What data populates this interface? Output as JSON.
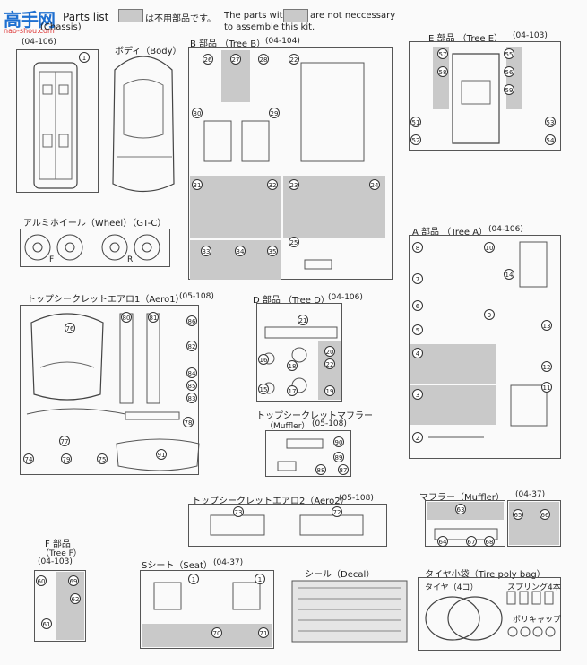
{
  "header": {
    "logo_text": "高手网",
    "logo_sub": "nao-shou.com",
    "parts_list_title": "Parts list",
    "unused_note_jp": "は不用部品です。",
    "unused_note_en_1": "The parts with",
    "unused_note_en_2": "are not neccessary",
    "unused_note_en_3": "to assemble this kit."
  },
  "sections": {
    "chassis": {
      "label": "(Chassis)",
      "code": "(04-106)"
    },
    "body": {
      "label": "ボディ（Body）"
    },
    "tree_b": {
      "label": "B 部品 （Tree B）",
      "code": "(04-104)"
    },
    "tree_e": {
      "label": "E 部品 （Tree E）",
      "code": "(04-103)"
    },
    "wheel": {
      "label": "アルミホイール（Wheel）（GT-C）"
    },
    "tree_a": {
      "label": "A 部品 （Tree A）",
      "code": "(04-106)"
    },
    "aero1": {
      "label": "トップシークレットエアロ1（Aero1）",
      "code": "(05-108)"
    },
    "tree_d": {
      "label": "D 部品 （Tree D）",
      "code": "(04-106)"
    },
    "muffler_ts": {
      "label": "トップシークレットマフラー",
      "sub": "（Muffler）",
      "code": "(05-108)"
    },
    "aero2": {
      "label": "トップシークレットエアロ2（Aero2）",
      "code": "(05-108)"
    },
    "muffler": {
      "label": "マフラー（Muffler）",
      "code": "(04-37)"
    },
    "tree_f": {
      "label": "F 部品",
      "sub": "（Tree F）",
      "code": "(04-103)"
    },
    "seat": {
      "label": "Sシート（Seat）",
      "code": "(04-37)"
    },
    "decal": {
      "label": "シール（Decal）"
    },
    "tire": {
      "label": "タイヤ小袋（Tire poly bag）",
      "tire_label": "タイヤ（4コ）",
      "spring_label": "スプリング4本",
      "cap_label": "ポリキャップ"
    }
  },
  "wheel_marks": [
    "F",
    "R"
  ],
  "part_numbers": {
    "chassis": [
      "1"
    ],
    "tree_b": [
      "26",
      "27",
      "28",
      "22",
      "30",
      "29",
      "31",
      "32",
      "23",
      "24",
      "33",
      "34",
      "35"
    ],
    "tree_e": [
      "57",
      "58",
      "55",
      "56",
      "59",
      "51",
      "52",
      "53",
      "54"
    ],
    "tree_a": [
      "8",
      "10",
      "14",
      "7",
      "6",
      "9",
      "5",
      "13",
      "4",
      "12",
      "3",
      "11",
      "2"
    ],
    "misc": [
      "25"
    ],
    "aero1": [
      "76",
      "80",
      "81",
      "86",
      "82",
      "84",
      "85",
      "83",
      "78",
      "77",
      "74",
      "79",
      "75"
    ],
    "tree_d": [
      "21",
      "16",
      "18",
      "22",
      "20",
      "15",
      "17",
      "19"
    ],
    "muffler_ts": [
      "90",
      "88",
      "89",
      "87",
      "91"
    ],
    "aero2": [
      "73",
      "72"
    ],
    "muffler": [
      "63",
      "65",
      "66",
      "64",
      "67",
      "68"
    ],
    "tree_f": [
      "60",
      "69",
      "61",
      "62"
    ],
    "seat": [
      "1",
      "1",
      "70",
      "71"
    ]
  }
}
